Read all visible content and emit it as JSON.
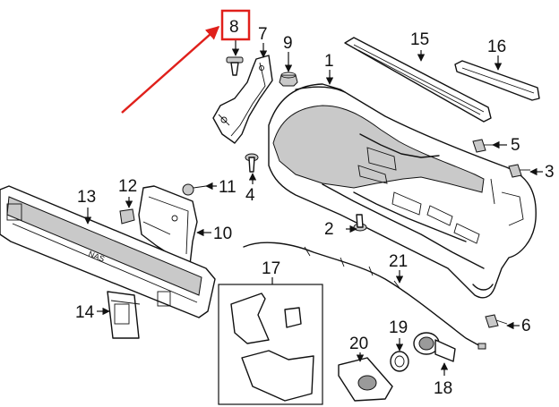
{
  "callouts": {
    "c1": "1",
    "c2": "2",
    "c3": "3",
    "c4": "4",
    "c5": "5",
    "c6": "6",
    "c7": "7",
    "c8": "8",
    "c9": "9",
    "c10": "10",
    "c11": "11",
    "c12": "12",
    "c13": "13",
    "c14": "14",
    "c15": "15",
    "c16": "16",
    "c17": "17",
    "c18": "18",
    "c19": "19",
    "c20": "20",
    "c21": "21"
  },
  "reinforcement_mark": "NAS",
  "highlight": {
    "callout": "8",
    "color": "#e0201b"
  }
}
